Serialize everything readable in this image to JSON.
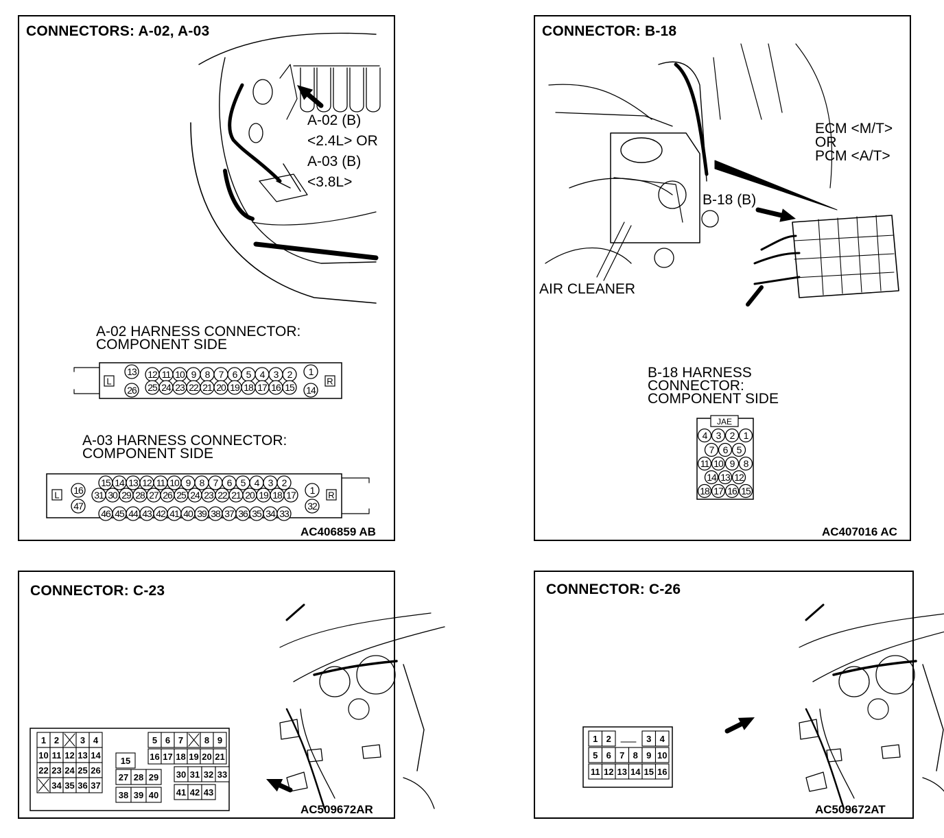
{
  "panel_a": {
    "title": "CONNECTORS: A-02, A-03",
    "callout_lines": [
      "A-02 (B)",
      "<2.4L> OR",
      "A-03 (B)",
      "<3.8L>"
    ],
    "a02_heading": [
      "A-02 HARNESS CONNECTOR:",
      "COMPONENT SIDE"
    ],
    "a02_top_pins": [
      "13",
      "12",
      "11",
      "10",
      "9",
      "8",
      "7",
      "6",
      "5",
      "4",
      "3",
      "2",
      "1"
    ],
    "a02_bottom_pins": [
      "26",
      "25",
      "24",
      "23",
      "22",
      "21",
      "20",
      "19",
      "18",
      "17",
      "16",
      "15",
      "14"
    ],
    "a03_heading": [
      "A-03 HARNESS CONNECTOR:",
      "COMPONENT SIDE"
    ],
    "a03_top_pins": [
      "16",
      "15",
      "14",
      "13",
      "12",
      "11",
      "10",
      "9",
      "8",
      "7",
      "6",
      "5",
      "4",
      "3",
      "2",
      "1"
    ],
    "a03_mid_pins": [
      "47",
      "31",
      "30",
      "29",
      "28",
      "27",
      "26",
      "25",
      "24",
      "23",
      "22",
      "21",
      "20",
      "19",
      "18",
      "17",
      "32"
    ],
    "a03_bottom_pins": [
      "46",
      "45",
      "44",
      "43",
      "42",
      "41",
      "40",
      "39",
      "38",
      "37",
      "36",
      "35",
      "34",
      "33"
    ],
    "side_left": "L",
    "side_right": "R",
    "figure_code": "AC406859 AB"
  },
  "panel_b": {
    "title": "CONNECTOR: B-18",
    "module_label": [
      "ECM <M/T>",
      "OR",
      "PCM <A/T>"
    ],
    "connector_label": "B-18 (B)",
    "air_cleaner_label": "AIR CLEANER",
    "heading": [
      "B-18 HARNESS",
      "CONNECTOR:",
      "COMPONENT SIDE"
    ],
    "maker": "JAE",
    "pin_rows": [
      [
        "4",
        "3",
        "2",
        "1"
      ],
      [
        "7",
        "6",
        "5"
      ],
      [
        "11",
        "10",
        "9",
        "8"
      ],
      [
        "14",
        "13",
        "12"
      ],
      [
        "18",
        "17",
        "16",
        "15"
      ]
    ],
    "figure_code": "AC407016 AC"
  },
  "panel_c23": {
    "title": "CONNECTOR: C-23",
    "block_left": [
      [
        "1",
        "2",
        "",
        "3",
        "4"
      ],
      [
        "10",
        "11",
        "12",
        "13",
        "14"
      ],
      [
        "22",
        "23",
        "24",
        "25",
        "26"
      ],
      [
        "",
        "34",
        "35",
        "36",
        "37"
      ]
    ],
    "block_mid": [
      [
        "15"
      ],
      [
        "27",
        "28",
        "29"
      ],
      [
        "38",
        "39",
        "40"
      ]
    ],
    "block_right": [
      [
        "5",
        "6",
        "7",
        "",
        "8",
        "9"
      ],
      [
        "16",
        "17",
        "18",
        "19",
        "20",
        "21"
      ],
      [
        "30",
        "31",
        "32",
        "33"
      ],
      [
        "41",
        "42",
        "43"
      ]
    ],
    "figure_code": "AC509672AR"
  },
  "panel_c26": {
    "title": "CONNECTOR: C-26",
    "rows": [
      [
        "1",
        "2",
        "",
        "",
        "3",
        "4"
      ],
      [
        "5",
        "6",
        "7",
        "8",
        "9",
        "10"
      ],
      [
        "11",
        "12",
        "13",
        "14",
        "15",
        "16"
      ]
    ],
    "figure_code": "AC509672AT"
  }
}
